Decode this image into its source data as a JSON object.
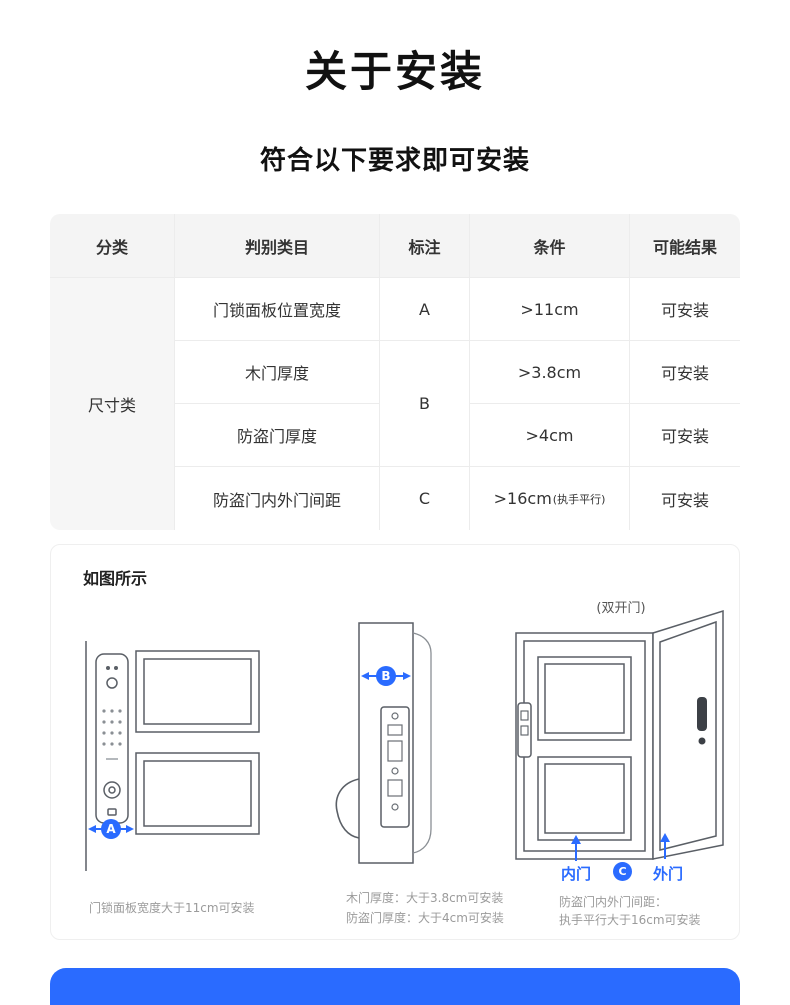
{
  "page": {
    "title": "关于安装",
    "subtitle": "符合以下要求即可安装"
  },
  "table": {
    "headers": [
      "分类",
      "判别类目",
      "标注",
      "条件",
      "可能结果"
    ],
    "category": "尺寸类",
    "rows": [
      {
        "item": "门锁面板位置宽度",
        "label": "A",
        "condition": ">11cm",
        "result": "可安装"
      },
      {
        "item": "木门厚度",
        "label": "B",
        "condition": ">3.8cm",
        "result": "可安装"
      },
      {
        "item": "防盗门厚度",
        "condition": ">4cm",
        "result": "可安装"
      },
      {
        "item": "防盗门内外门间距",
        "label": "C",
        "condition": ">16cm",
        "condition_note": "(执手平行)",
        "result": "可安装"
      }
    ]
  },
  "diagram": {
    "section_title": "如图所示",
    "double_door_note": "(双开门)",
    "badges": {
      "a": "A",
      "b": "B",
      "c": "C"
    },
    "inner_door_label": "内门",
    "outer_door_label": "外门",
    "captions": {
      "left": "门锁面板宽度大于11cm可安装",
      "middle_1": "木门厚度：大于3.8cm可安装",
      "middle_2": "防盗门厚度：大于4cm可安装",
      "right_1": "防盗门内外门间距：",
      "right_2": "执手平行大于16cm可安装"
    }
  },
  "colors": {
    "accent_blue": "#2A6BFF",
    "table_header_bg": "#F4F4F4"
  }
}
